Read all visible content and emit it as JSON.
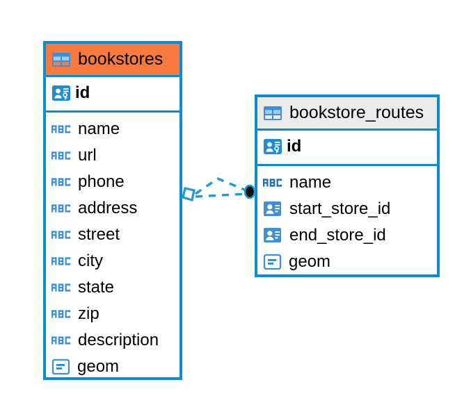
{
  "diagram": {
    "type": "entity-relationship-diagram",
    "background_color": "#ffffff",
    "accent_color": "#0c8ccd",
    "highlight_header_color": "#f97a40",
    "plain_header_color": "#ebebeb"
  },
  "entities": [
    {
      "name": "bookstores",
      "header_icon": "table-icon",
      "primary_key": {
        "label": "id",
        "icon": "primary-key-icon"
      },
      "fields": [
        {
          "label": "name",
          "icon": "text-abc-icon"
        },
        {
          "label": "url",
          "icon": "text-abc-icon"
        },
        {
          "label": "phone",
          "icon": "text-abc-icon"
        },
        {
          "label": "address",
          "icon": "text-abc-icon"
        },
        {
          "label": "street",
          "icon": "text-abc-icon"
        },
        {
          "label": "city",
          "icon": "text-abc-icon"
        },
        {
          "label": "state",
          "icon": "text-abc-icon"
        },
        {
          "label": "zip",
          "icon": "text-abc-icon"
        },
        {
          "label": "description",
          "icon": "text-abc-icon"
        },
        {
          "label": "geom",
          "icon": "geometry-icon"
        }
      ]
    },
    {
      "name": "bookstore_routes",
      "header_icon": "table-icon",
      "primary_key": {
        "label": "id",
        "icon": "primary-key-icon"
      },
      "fields": [
        {
          "label": "name",
          "icon": "text-abc-icon"
        },
        {
          "label": "start_store_id",
          "icon": "foreign-key-icon"
        },
        {
          "label": "end_store_id",
          "icon": "foreign-key-icon"
        },
        {
          "label": "geom",
          "icon": "geometry-icon"
        }
      ]
    }
  ],
  "relationship": {
    "from": "bookstores",
    "to": "bookstore_routes",
    "line_style": "dashed",
    "source_marker": "diamond-marker",
    "target_marker": "filled-circle-marker",
    "color": "#0c8ccd"
  }
}
